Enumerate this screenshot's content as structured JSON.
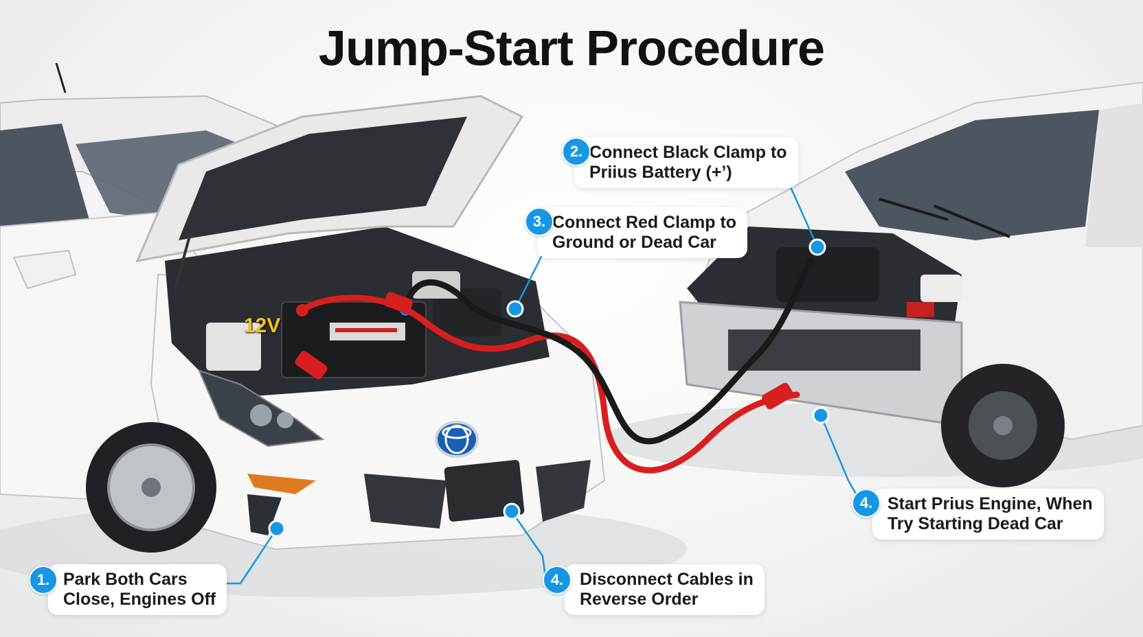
{
  "title": "Jump-Start Procedure",
  "battery_label": "12V",
  "steps": [
    {
      "badge": "1.",
      "line1": "Park Both Cars",
      "line2": "Close, Engines Off"
    },
    {
      "badge": "2.",
      "line1": "Connect Black Clamp to",
      "line2": "Priius Battery (+’)"
    },
    {
      "badge": "3.",
      "line1": "Connect Red Clamp to",
      "line2": "Ground or Dead Car"
    },
    {
      "badge": "4.",
      "line1": "Start Prius Engine, When",
      "line2": "Try Starting Dead Car"
    },
    {
      "badge": "4.",
      "line1": "Disconnect Cables in",
      "line2": "Reverse Order"
    }
  ],
  "colors": {
    "accent": "#1597e5",
    "cable_red": "#d81e1e",
    "cable_black": "#1a1a1a",
    "car_body": "#f4f4f4",
    "badge_blue": "#1a5fb4"
  }
}
